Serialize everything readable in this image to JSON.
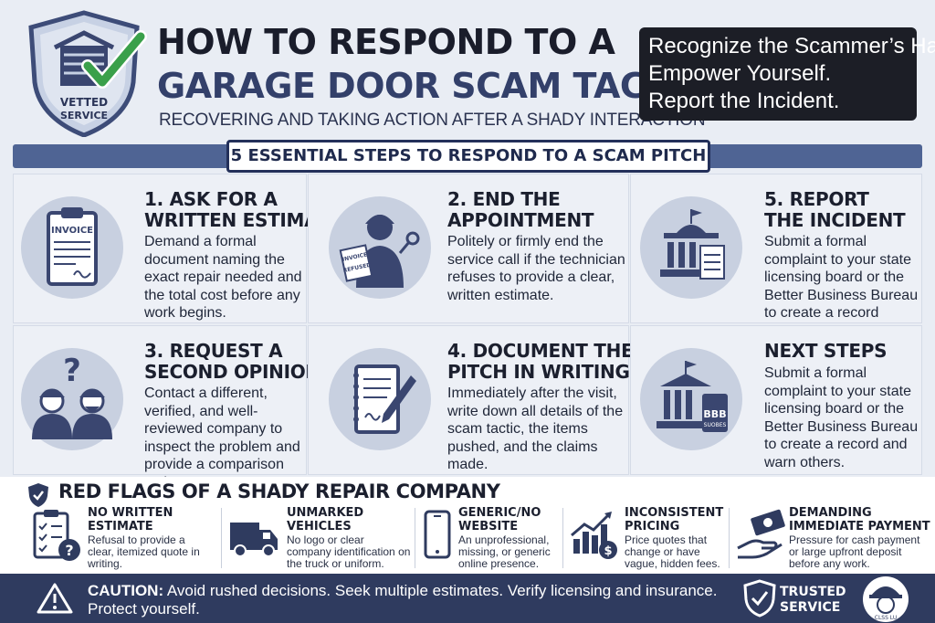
{
  "header": {
    "badge_line1": "VETTED",
    "badge_line2": "SERVICE",
    "title_line1": "HOW TO RESPOND TO A",
    "title_line2": "GARAGE DOOR SCAM TACTIC",
    "subtitle": "RECOVERING AND TAKING ACTION AFTER A SHADY INTERACTION",
    "tagline": [
      "Recognize the Scammer’s Hand.",
      "Empower Yourself.",
      "Report the Incident."
    ]
  },
  "steps_banner": "5 ESSENTIAL STEPS TO RESPOND TO A SCAM PITCH",
  "steps": [
    {
      "icon": "invoice-clipboard-icon",
      "title": [
        "1. ASK FOR A",
        "WRITTEN ESTIMATE"
      ],
      "text": "Demand a formal document naming the exact repair needed and the total cost before any work begins.",
      "icon_label": "INVOICE"
    },
    {
      "icon": "technician-refused-icon",
      "title": [
        "2. END THE",
        "APPOINTMENT"
      ],
      "text": "Politely or firmly end the service call if the technician refuses to provide a clear, written estimate.",
      "icon_label_1": "INVOICE",
      "icon_label_2": "REFUSED"
    },
    {
      "icon": "government-building-icon",
      "title": [
        "5. REPORT",
        "THE INCIDENT"
      ],
      "text": "Submit a formal complaint to your state licensing board or the Better Business Bureau to create a record awarn."
    },
    {
      "icon": "two-technicians-question-icon",
      "title": [
        "3. REQUEST A",
        "SECOND OPINION"
      ],
      "text": "Contact a different, verified, and well-reviewed company to inspect the problem and provide a comparison estimate."
    },
    {
      "icon": "notebook-pen-icon",
      "title": [
        "4. DOCUMENT THE",
        "PITCH IN WRITING"
      ],
      "text": "Immediately after the visit, write down all details of the scam tactic, the items pushed, and the claims made."
    },
    {
      "icon": "bbb-building-icon",
      "title": [
        "NEXT STEPS"
      ],
      "text": "Submit a formal complaint to your state licensing board or the Better Business Bureau to create a record and warn others.",
      "icon_label_1": "BBB",
      "icon_label_2": "SUOBES"
    }
  ],
  "red_flags": {
    "title": "RED FLAGS OF A SHADY REPAIR COMPANY",
    "items": [
      {
        "icon": "checklist-question-icon",
        "title": [
          "NO WRITTEN",
          "ESTIMATE"
        ],
        "text": "Refusal to provide a clear, itemized quote in writing."
      },
      {
        "icon": "van-icon",
        "title": [
          "UNMARKED",
          "VEHICLES"
        ],
        "text": "No logo or clear company identification on the truck or uniform."
      },
      {
        "icon": "smartphone-icon",
        "title": [
          "GENERIC/NO",
          "WEBSITE"
        ],
        "text": "An unprofessional, missing, or generic online presence."
      },
      {
        "icon": "rising-price-chart-icon",
        "title": [
          "INCONSISTENT",
          "PRICING"
        ],
        "text": "Price quotes that change or have vague, hidden fees."
      },
      {
        "icon": "cash-hand-icon",
        "title": [
          "DEMANDING",
          "IMMEDIATE PAYMENT"
        ],
        "text": "Pressure for cash payment or large upfront deposit before any work."
      }
    ]
  },
  "footer": {
    "caution_label": "CAUTION:",
    "caution_text": " Avoid rushed decisions. Seek multiple estimates. Verify licensing and insurance. Protect yourself.",
    "trusted_line1": "TRUSTED",
    "trusted_line2": "SERVICE",
    "logo_text": "CLSS LU"
  },
  "colors": {
    "navy": "#2f3b5f",
    "accent_green": "#3aa04a",
    "circle": "#c8d0e0",
    "icon": "#3a4670"
  }
}
